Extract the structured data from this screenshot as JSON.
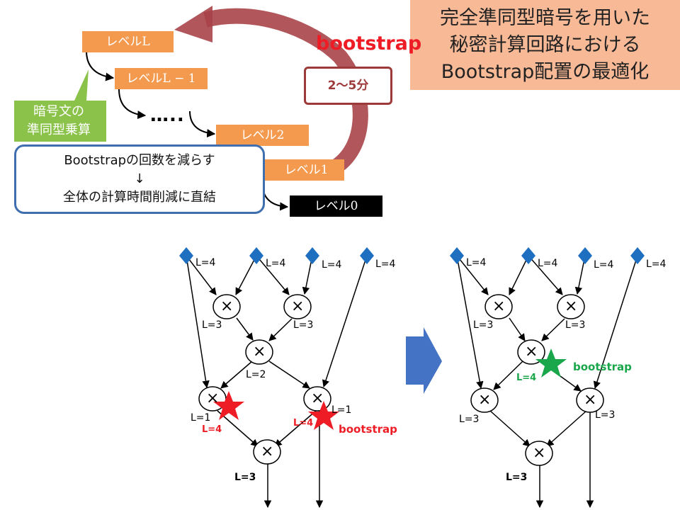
{
  "title": {
    "line1": "完全準同型暗号を用いた",
    "line2": "秘密計算回路における",
    "line3": "Bootstrap配置の最適化"
  },
  "levels": {
    "level_L": "レベルL",
    "level_L_minus_1": "レベルL − 1",
    "dots": "…..",
    "level_2": "レベル2",
    "level_1": "レベル1",
    "level_0": "レベル0"
  },
  "bootstrap_label": "bootstrap",
  "time_label": "2〜5分",
  "callout": {
    "line1": "暗号文の",
    "line2": "準同型乗算"
  },
  "info": {
    "line1": "Bootstrapの回数を減らす",
    "arrow": "↓",
    "line2": "全体の計算時間削減に直結"
  },
  "left_circuit": {
    "inputs": [
      "L=4",
      "L=4",
      "L=4",
      "L=4"
    ],
    "mult_symbol": "×",
    "labels": {
      "m1": "L=3",
      "m2": "L=3",
      "m3": "L=2",
      "m4": "L=1",
      "m4_red": "L=4",
      "m5": "L=1",
      "m5_red": "L=4",
      "m6": "L=3",
      "bootstrap": "bootstrap"
    }
  },
  "right_circuit": {
    "inputs": [
      "L=4",
      "L=4",
      "L=4",
      "L=4"
    ],
    "mult_symbol": "×",
    "labels": {
      "m1": "L=3",
      "m2": "L=3",
      "m3_green": "L=4",
      "m4": "L=3",
      "m5": "L=3",
      "m6": "L=3",
      "bootstrap": "bootstrap"
    }
  },
  "colors": {
    "orange": "#f39a4f",
    "title_bg": "#f7b996",
    "red": "#ee1c24",
    "green": "#1aa64b",
    "blue": "#1f6fc1",
    "dark_red": "#9c3a3a",
    "arrow_blue": "#4472c4",
    "callout_green": "#8bc34a"
  }
}
